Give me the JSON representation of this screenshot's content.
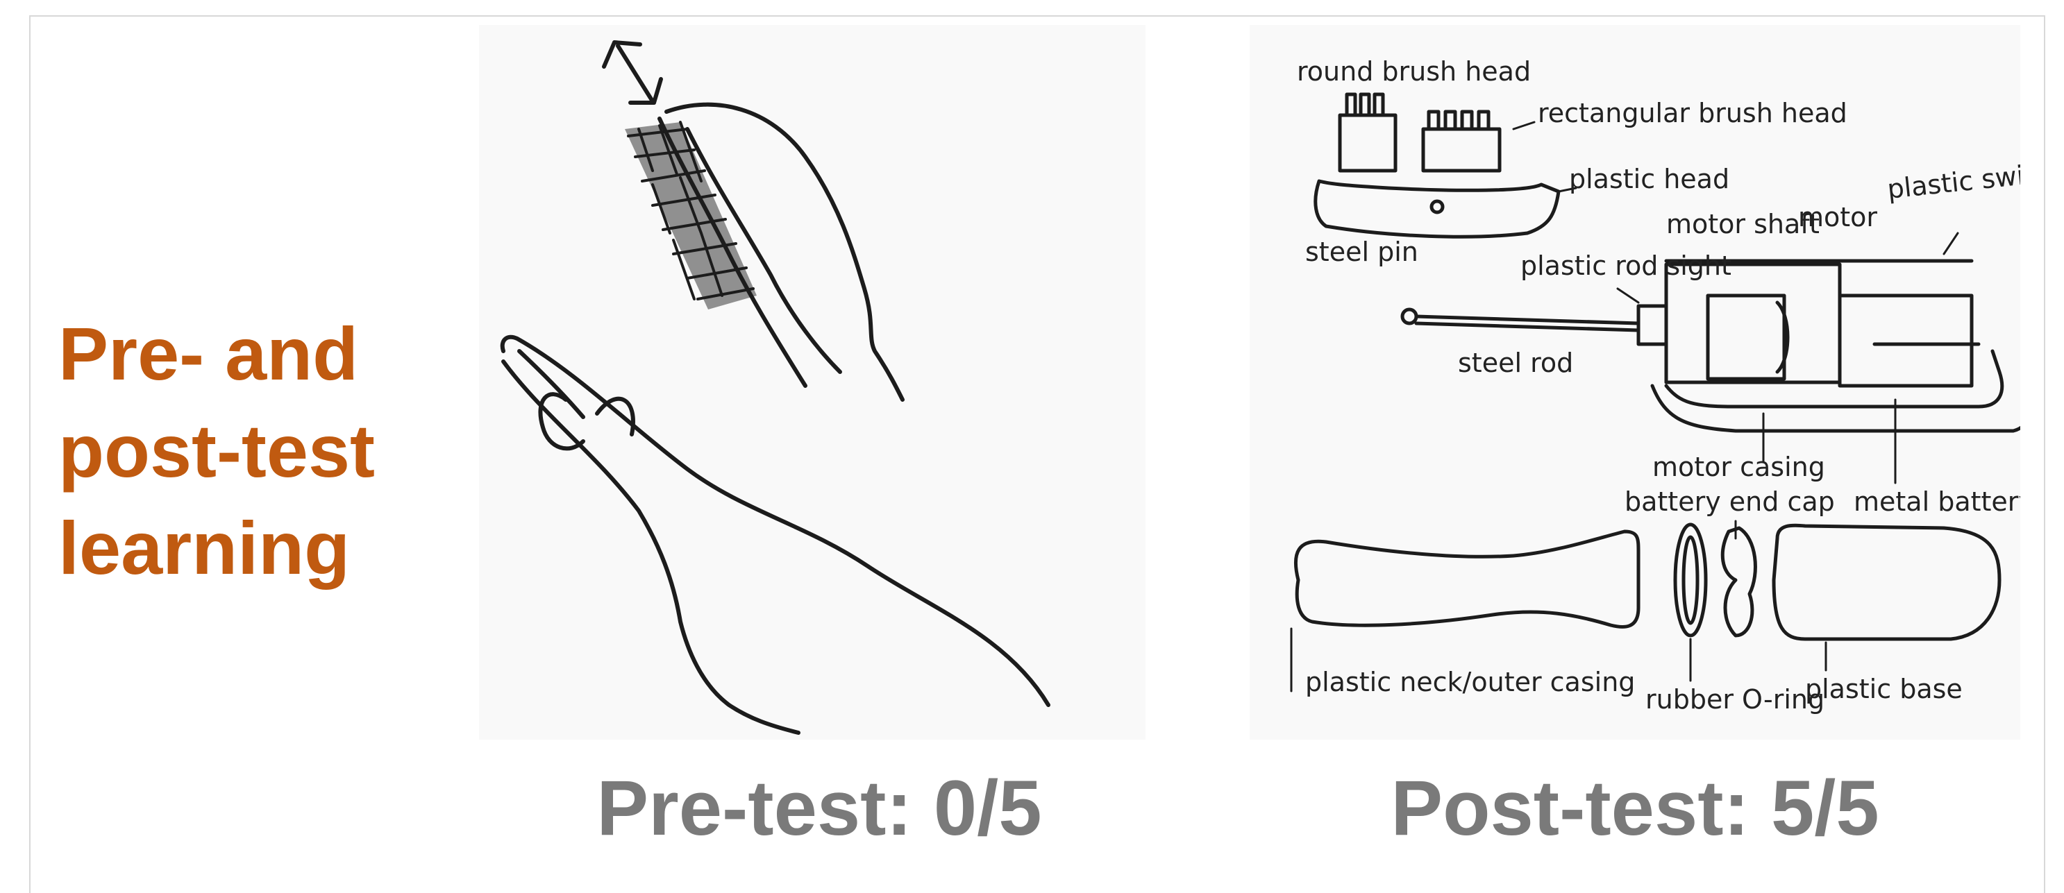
{
  "slide": {
    "title": "Pre- and post-test learning"
  },
  "pre_test": {
    "caption": "Pre-test: 0/5"
  },
  "post_test": {
    "caption": "Post-test: 5/5",
    "labels": {
      "round_brush_head": "round brush head",
      "rectangular_brush_head": "rectangular brush head",
      "plastic_head": "plastic head",
      "steel_pin": "steel pin",
      "motor_shaft": "motor shaft",
      "motor": "motor",
      "plastic_switch_plate": "plastic switch plate",
      "plastic_rod_sight": "plastic rod sight",
      "steel_rod": "steel rod",
      "motor_casing": "motor casing",
      "metal_battery_holder": "metal battery holder",
      "battery_end_cap": "battery end cap",
      "plastic_neck_outer_casing": "plastic neck/outer casing",
      "rubber_o_ring": "rubber O-ring",
      "plastic_base": "plastic base"
    }
  }
}
